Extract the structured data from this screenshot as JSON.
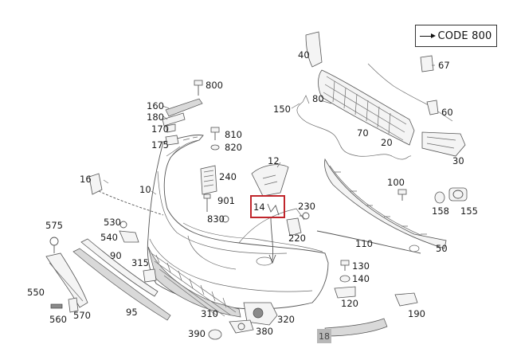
{
  "legend": {
    "icon": "arrow-right-icon",
    "text": "CODE 800"
  },
  "page_number": "18",
  "highlight": {
    "part": "14",
    "color": "#c0262c"
  },
  "labels": {
    "p10": "10",
    "p12": "12",
    "p14": "14",
    "p16": "16",
    "p20": "20",
    "p30": "30",
    "p40": "40",
    "p50": "50",
    "p60": "60",
    "p67": "67",
    "p70": "70",
    "p80": "80",
    "p90": "90",
    "p95": "95",
    "p100": "100",
    "p110": "110",
    "p120": "120",
    "p130": "130",
    "p140": "140",
    "p150": "150",
    "p155": "155",
    "p158": "158",
    "p160": "160",
    "p170": "170",
    "p175": "175",
    "p180": "180",
    "p190": "190",
    "p220": "220",
    "p230": "230",
    "p240": "240",
    "p310": "310",
    "p315": "315",
    "p320": "320",
    "p380": "380",
    "p390": "390",
    "p530": "530",
    "p540": "540",
    "p550": "550",
    "p560": "560",
    "p570": "570",
    "p575": "575",
    "p800": "800",
    "p810": "810",
    "p820": "820",
    "p830": "830",
    "p901": "901"
  }
}
